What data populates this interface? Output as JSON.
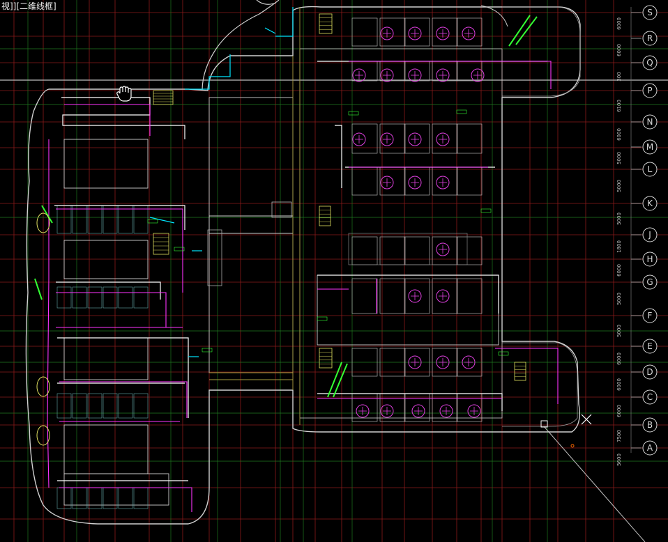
{
  "viewport": {
    "label": "视]][二维线框]"
  },
  "axis": {
    "labels": [
      "S",
      "R",
      "Q",
      "P",
      "N",
      "M",
      "L",
      "K",
      "J",
      "H",
      "G",
      "F",
      "E",
      "D",
      "C",
      "B",
      "A"
    ],
    "dimensions": [
      "6000",
      "6000",
      "300",
      "6100",
      "6000",
      "5000",
      "5000",
      "5000",
      "1800",
      "6000",
      "5000",
      "5000",
      "6000",
      "6000",
      "6000",
      "7500",
      "5600"
    ]
  },
  "colors": {
    "background": "#000000",
    "wall": "#c8c8c8",
    "grid_red": "#8b1a1a",
    "grid_green": "#1f7a1f",
    "pipe_magenta": "#ff33ff",
    "pipe_cyan": "#00e5ff",
    "pipe_white": "#ffffff",
    "pipe_green": "#33ff33",
    "equipment": "#e040e0",
    "outline": "#d0d0d0"
  },
  "cursor": {
    "icon": "hand-pan-icon"
  },
  "crosshair": {
    "icon": "crosshair-icon"
  }
}
